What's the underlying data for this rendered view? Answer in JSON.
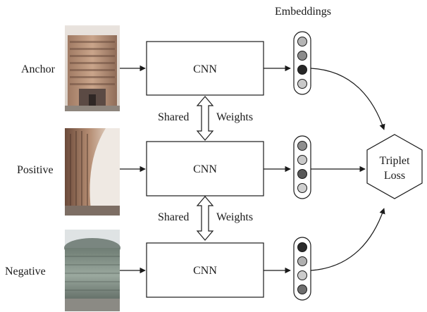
{
  "diagram": {
    "embeddings_title": "Embeddings",
    "rows": [
      {
        "label": "Anchor",
        "cnn_label": "CNN",
        "photo": "building-photo-1",
        "dots": [
          "#b5b5b5",
          "#8c8c8c",
          "#262626",
          "#c9c9c9"
        ]
      },
      {
        "label": "Positive",
        "cnn_label": "CNN",
        "photo": "building-photo-2",
        "dots": [
          "#8e8e8e",
          "#c9c9c9",
          "#595959",
          "#cfcfcf"
        ]
      },
      {
        "label": "Negative",
        "cnn_label": "CNN",
        "photo": "building-photo-3",
        "dots": [
          "#2b2b2b",
          "#b0b0b0",
          "#cbcbcb",
          "#6e6e6e"
        ]
      }
    ],
    "shared_weights": [
      {
        "left": "Shared",
        "right": "Weights"
      },
      {
        "left": "Shared",
        "right": "Weights"
      }
    ],
    "loss": {
      "line1": "Triplet",
      "line2": "Loss"
    }
  }
}
